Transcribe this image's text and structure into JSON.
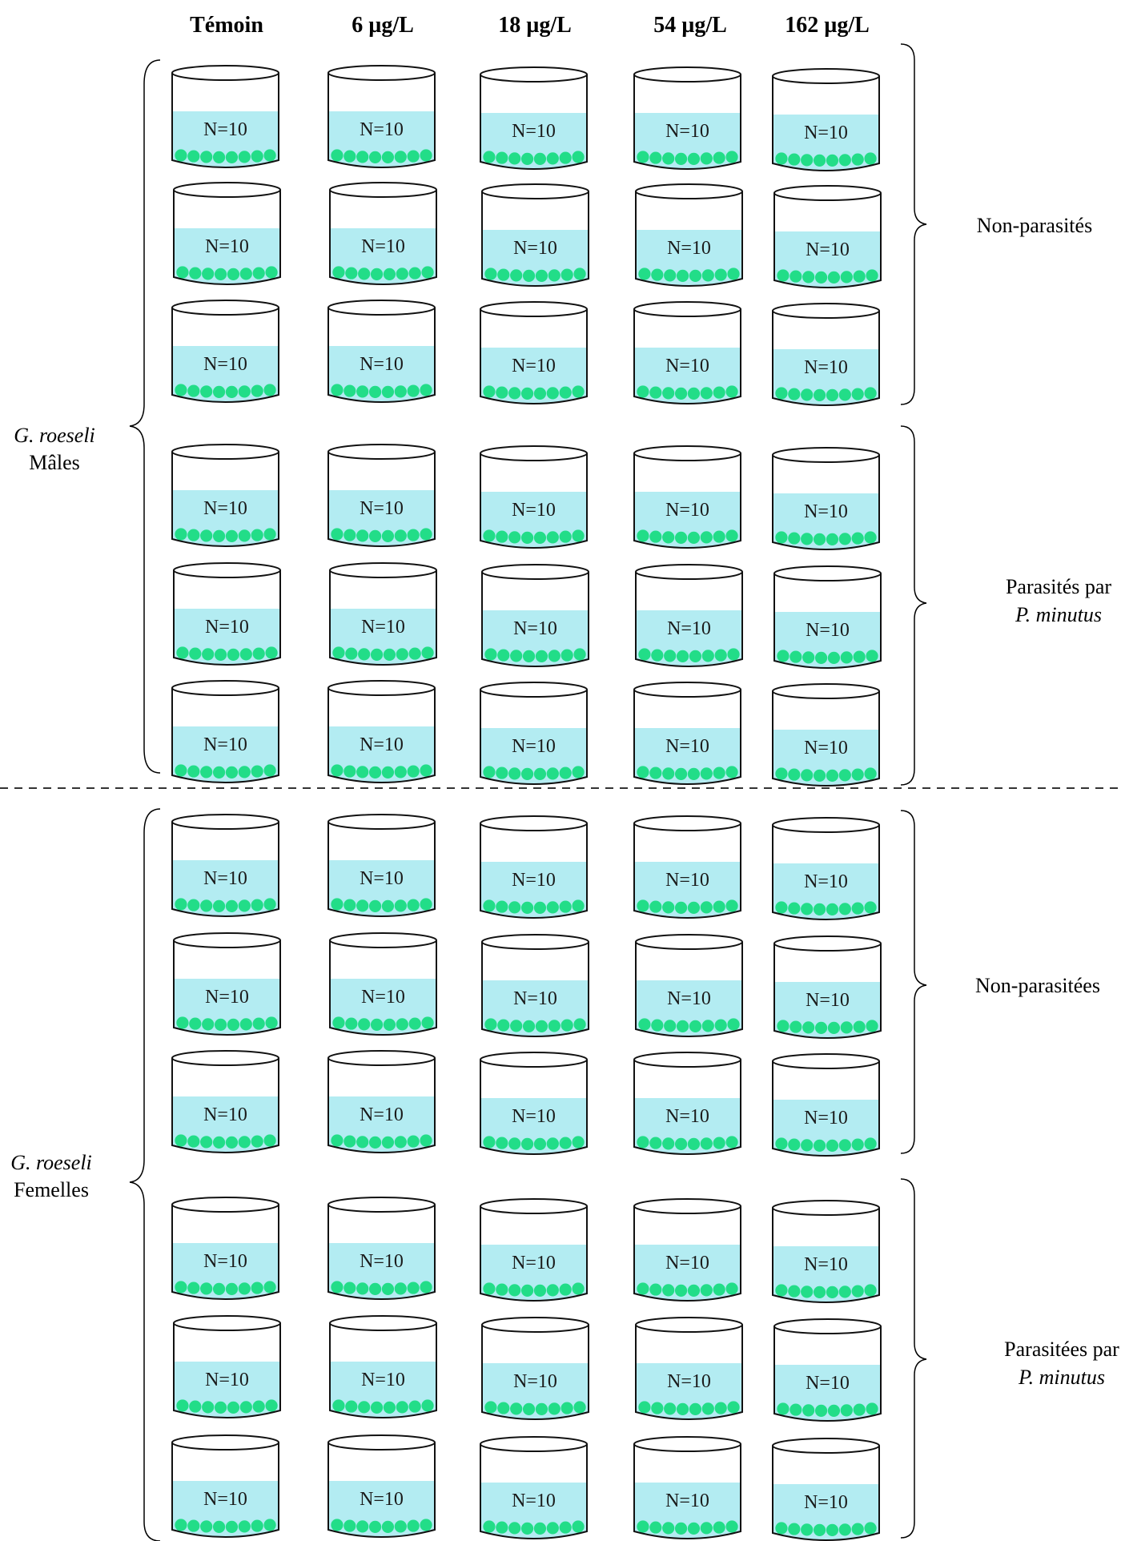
{
  "columns": [
    "Témoin",
    "6 µg/L",
    "18 µg/L",
    "54 µg/L",
    "162 µg/L"
  ],
  "beaker_label": "N=10",
  "sexes": [
    {
      "species": "G. roeseli",
      "sex": "Mâles",
      "groups": [
        {
          "line1": "Non-parasités",
          "line2": ""
        },
        {
          "line1": "Parasités par",
          "line2": "P. minutus"
        }
      ]
    },
    {
      "species": "G. roeseli",
      "sex": "Femelles",
      "groups": [
        {
          "line1": "Non-parasitées",
          "line2": ""
        },
        {
          "line1": "Parasitées par",
          "line2": "P. minutus"
        }
      ]
    }
  ],
  "colors": {
    "water": "#b3ecf2",
    "organism": "#22dd88",
    "outline": "#111111"
  }
}
